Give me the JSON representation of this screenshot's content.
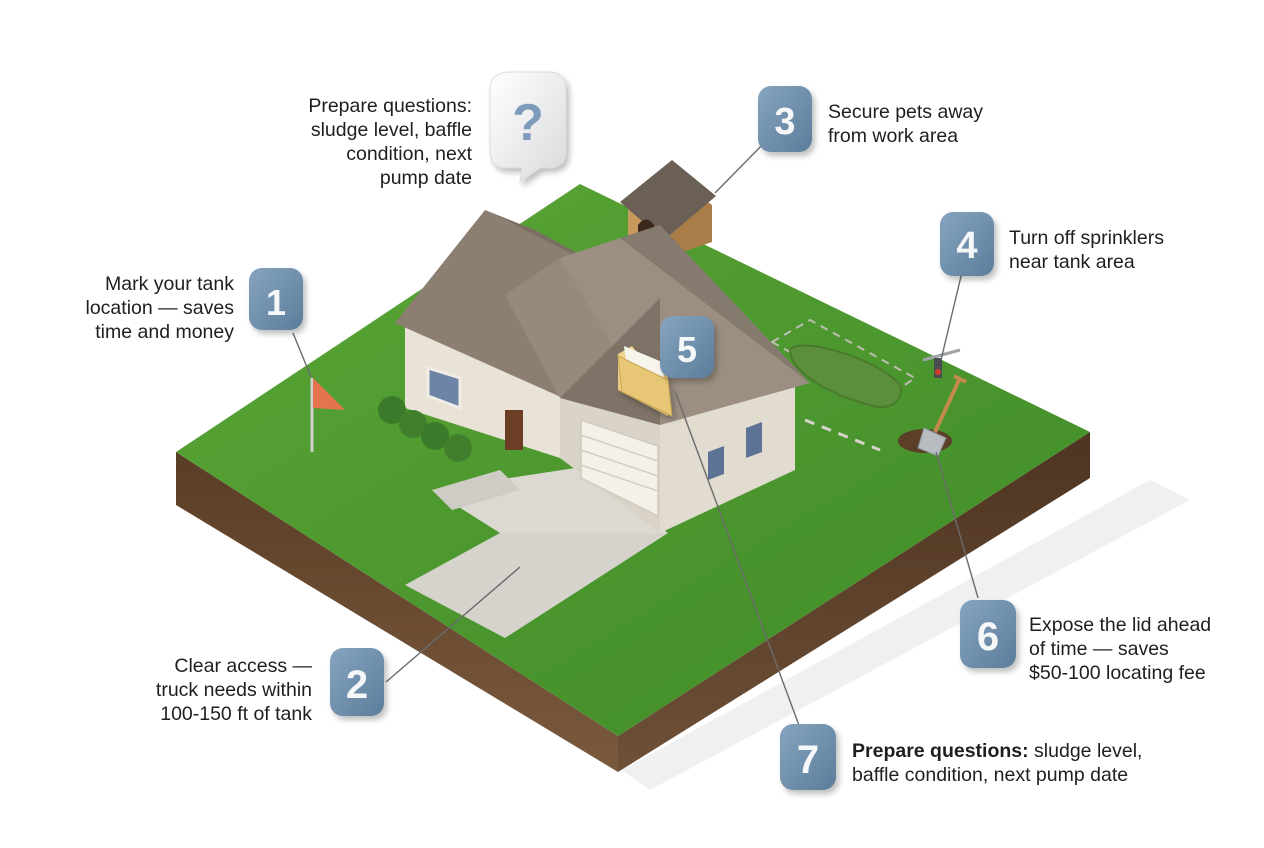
{
  "colors": {
    "grass": "#4f9a30",
    "grass_dark": "#3f8526",
    "soil": "#6b4a30",
    "badge": "#6f8fac",
    "roof": "#8c7f72",
    "wall": "#e8e2d7",
    "concrete": "#d6d3cd",
    "flag": "#e5734f"
  },
  "callouts": {
    "step1": {
      "number": "1",
      "icon": "marker-flag-icon",
      "lines": [
        "Mark your tank",
        "location — saves",
        "time and money"
      ]
    },
    "step2": {
      "number": "2",
      "icon": "driveway-icon",
      "lines": [
        "Clear access —",
        "truck needs within",
        "100-150 ft of tank"
      ]
    },
    "step3": {
      "number": "3",
      "icon": "doghouse-icon",
      "lines": [
        "Secure pets away",
        "from work area"
      ]
    },
    "step4": {
      "number": "4",
      "icon": "sprinkler-icon",
      "lines": [
        "Turn off sprinklers",
        "near tank area"
      ]
    },
    "step5": {
      "number": "5",
      "icon": "folder-icon",
      "lines": []
    },
    "step6": {
      "number": "6",
      "icon": "shovel-icon",
      "lines": [
        "Expose the lid ahead",
        "of time — saves",
        "$50-100 locating fee"
      ]
    },
    "step7": {
      "number": "7",
      "icon": "folder-icon",
      "bold": "Prepare questions:",
      "rest": " sludge level,",
      "line2": "baffle condition, next pump date"
    },
    "questions": {
      "icon": "question-bubble-icon",
      "symbol": "?",
      "lines": [
        "Prepare questions:",
        "sludge level, baffle",
        "condition,  next",
        "pump date"
      ]
    }
  }
}
